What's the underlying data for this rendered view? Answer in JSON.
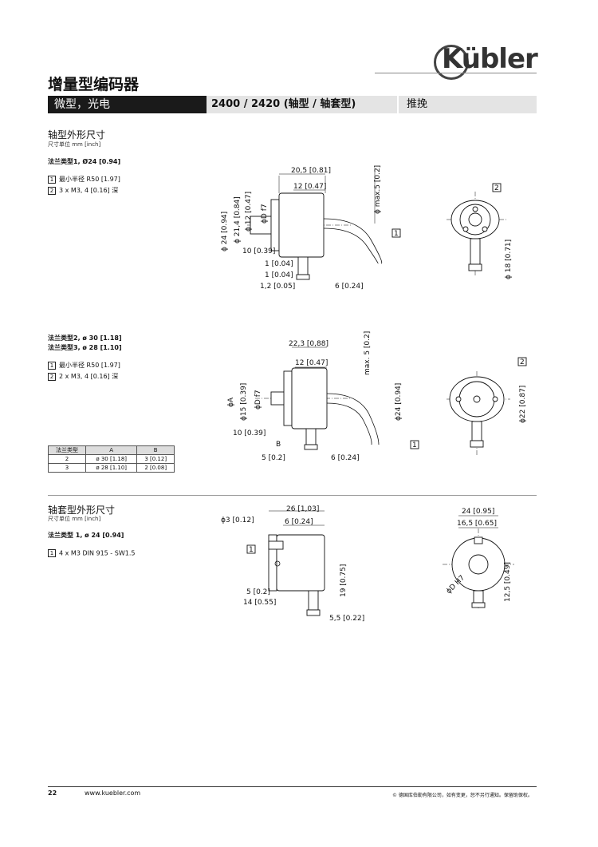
{
  "header": {
    "logo": "Kübler",
    "page_title": "增量型编码器",
    "category": "微型，光电",
    "model": "2400 / 2420 (轴型 / 轴套型)",
    "variant": "推挽"
  },
  "section1": {
    "title": "轴型外形尺寸",
    "unit": "尺寸单位 mm [inch]",
    "flange": "法兰类型1, Ø24 [0.94]",
    "notes": [
      "最小半径 R50 [1.97]",
      "3 x M3, 4 [0.16] 深"
    ],
    "note_nums": [
      "1",
      "2"
    ],
    "dims": [
      "20,5 [0.81]",
      "12 [0.47]",
      "ϕ 21,4 [0.84]",
      "ϕ 12 [0.47]",
      "ϕD f7",
      "ϕ 24 [0.94]",
      "ϕ max.5 [0.2]",
      "10 [0.39]",
      "1 [0.04]",
      "1 [0.04]",
      "1,2 [0.05]",
      "6 [0.24]",
      "ϕ 18 [0.71]"
    ]
  },
  "section2": {
    "flange_a": "法兰类型2, ø 30 [1.18]",
    "flange_b": "法兰类型3, ø 28 [1.10]",
    "notes": [
      "最小半径 R50 [1.97]",
      "2 x M3, 4 [0.16] 深"
    ],
    "dims": [
      "22,3 [0,88]",
      "12 [0.47]",
      "max. 5 [0.2]",
      "ϕA",
      "ϕ15 [0.39]",
      "ϕD f7",
      "ϕ24 [0.94]",
      "10 [0.39]",
      "B",
      "5 [0.2]",
      "6 [0.24]",
      "ϕ22 [0.87]"
    ],
    "table": {
      "headers": [
        "法兰类型",
        "A",
        "B"
      ],
      "rows": [
        [
          "2",
          "ø 30 [1.18]",
          "3 [0.12]"
        ],
        [
          "3",
          "ø 28 [1.10]",
          "2 [0.08]"
        ]
      ]
    }
  },
  "section3": {
    "title": "轴套型外形尺寸",
    "unit": "尺寸单位 mm [inch]",
    "flange": "法兰类型 1, ø 24 [0.94]",
    "notes": [
      "4 x M3 DIN 915 - SW1.5"
    ],
    "dims": [
      "26 [1,03]",
      "6 [0.24]",
      "ϕ3 [0.12]",
      "5 [0.2]",
      "14 [0.55]",
      "19 [0.75]",
      "5,5 [0.22]",
      "24 [0.95]",
      "16,5 [0.65]",
      "ϕD H7",
      "12,5 [0.49]"
    ]
  },
  "footer": {
    "page_number": "22",
    "website": "www.kuebler.com",
    "copyright": "© 德国库伯勒有限公司，如有变更，恕不另行通知。保留助保权。"
  }
}
